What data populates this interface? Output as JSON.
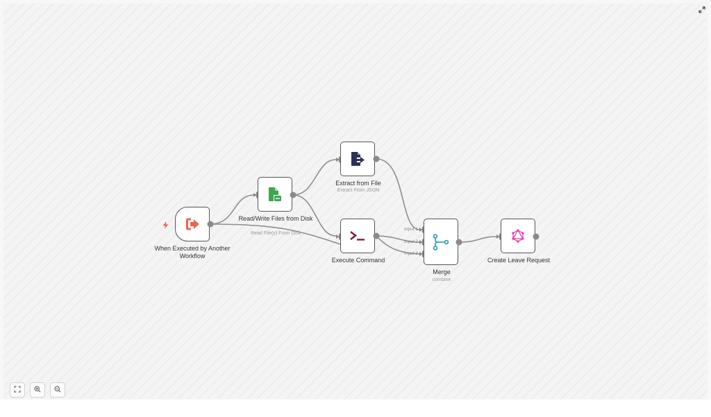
{
  "workflow": {
    "nodes": [
      {
        "id": "trigger",
        "label": "When Executed by Another Workflow",
        "icon": "sign-out-icon",
        "icon_color": "#ee6352"
      },
      {
        "id": "readwrite",
        "label": "Read/Write Files from Disk",
        "subtitle": "Read File(s) From Disk",
        "icon": "file-disk-icon",
        "icon_color": "#3fa64f"
      },
      {
        "id": "extract",
        "label": "Extract from File",
        "subtitle": "Extract From JSON",
        "icon": "file-export-icon",
        "icon_color": "#2b3257"
      },
      {
        "id": "execute",
        "label": "Execute Command",
        "icon": "terminal-icon",
        "icon_color": "#7a1f3a"
      },
      {
        "id": "merge",
        "label": "Merge",
        "subtitle": "combine",
        "icon": "merge-icon",
        "icon_color": "#3a9fb8",
        "inputs": [
          "Input 1",
          "Input 2",
          "Input 3"
        ]
      },
      {
        "id": "create",
        "label": "Create Leave Request",
        "icon": "graphql-icon",
        "icon_color": "#e535ab"
      }
    ]
  },
  "controls": {
    "fit_view": "fit-view-icon",
    "zoom_in": "zoom-in-icon",
    "zoom_out": "zoom-out-icon",
    "fullscreen": "expand-icon"
  },
  "colors": {
    "edge": "#8d8d8d",
    "node_border": "#555555",
    "trigger_bolt": "#ee6352"
  }
}
